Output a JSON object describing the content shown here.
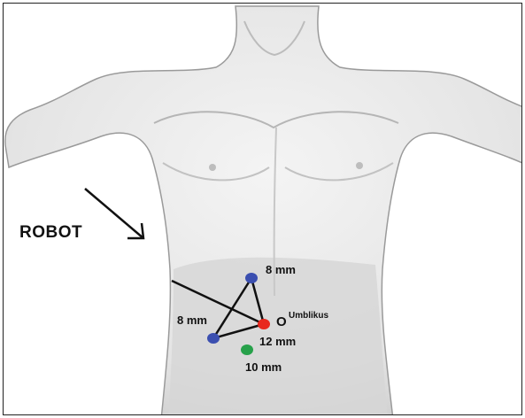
{
  "labels": {
    "robot": "ROBOT",
    "port_top": "8 mm",
    "port_left": "8 mm",
    "umbilicus_marker": "O",
    "umbilicus": "Umblikus",
    "port_camera": "12 mm",
    "port_assist": "10 mm"
  },
  "colors": {
    "port_8mm": "#3b4fb0",
    "port_12mm": "#e8281e",
    "port_10mm": "#27a14a",
    "lines": "#111111",
    "torso_skin": "#e9e9e9",
    "abdomen_shade": "#d6d6d6"
  },
  "icons": {
    "robot_arrow": "arrow-down-right-icon"
  }
}
